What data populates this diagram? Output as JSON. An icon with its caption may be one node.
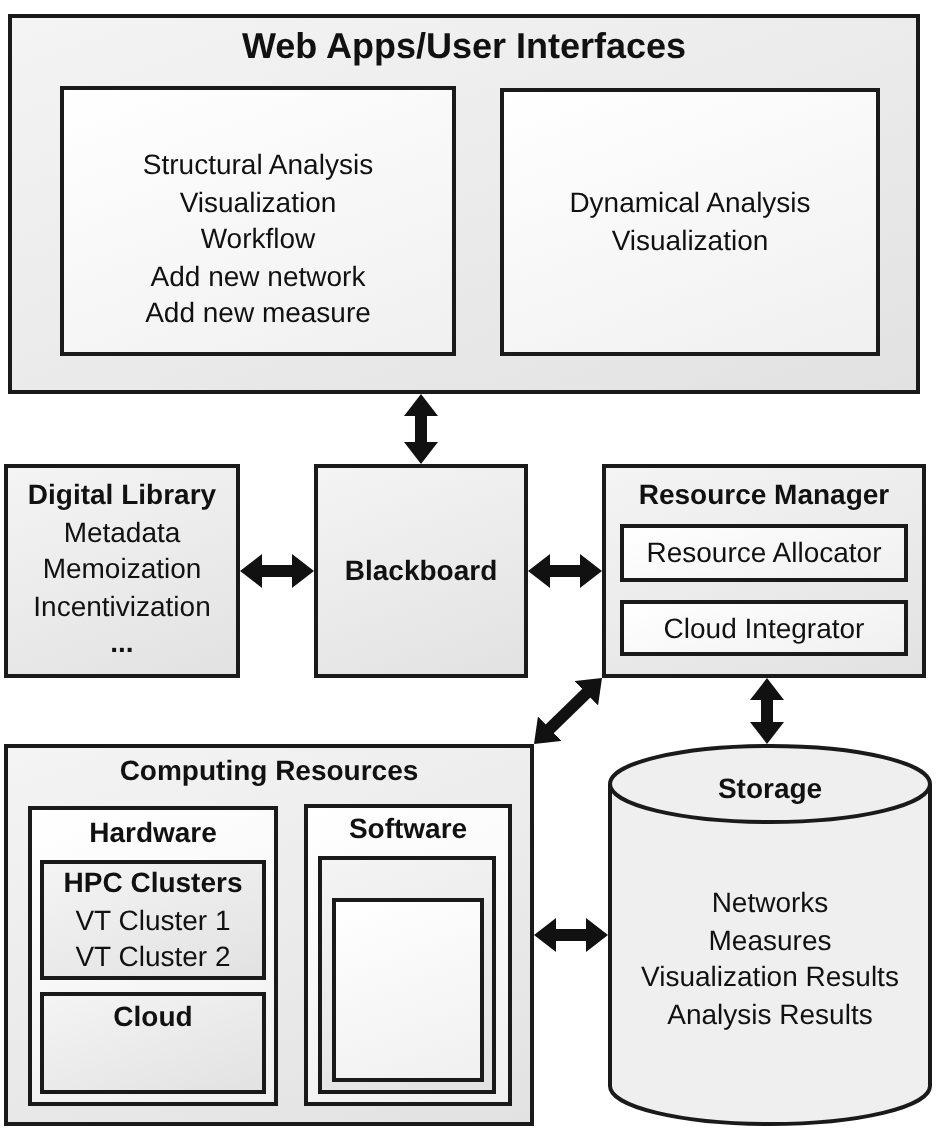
{
  "diagram": {
    "nodes": [
      {
        "text": [
          "Web Apps/User Interfaces"
        ]
      },
      {
        "text": [
          "Structural Analysis",
          "Visualization",
          "Workflow",
          "Add new network",
          "Add new measure"
        ],
        "in": 0
      },
      {
        "text": [
          "Dynamical Analysis",
          "Visualization"
        ],
        "in": 0
      },
      {
        "text": [
          "Digital Library",
          "Metadata",
          "Memoization",
          "Incentivization",
          "..."
        ]
      },
      {
        "text": [
          "Blackboard"
        ]
      },
      {
        "text": [
          "Resource Manager"
        ]
      },
      {
        "text": [
          "Resource Allocator"
        ],
        "in": 5
      },
      {
        "text": [
          "Cloud Integrator"
        ],
        "in": 5
      },
      {
        "text": [
          "Computing Resources"
        ]
      },
      {
        "text": [
          "Hardware"
        ],
        "in": 8
      },
      {
        "text": [
          "HPC Clusters",
          "VT Cluster 1",
          "VT Cluster 2"
        ],
        "in": 9
      },
      {
        "text": [
          "Cloud"
        ],
        "in": 9
      },
      {
        "text": [
          "Software"
        ],
        "in": 8
      },
      {
        "text": [],
        "shape": "box",
        "in": 12
      },
      {
        "text": [],
        "shape": "box",
        "in": 13
      },
      {
        "text": [
          "Storage",
          "Networks",
          "Measures",
          "Visualization Results",
          "Analysis Results"
        ]
      }
    ],
    "edges": [
      {
        "from": 0,
        "to": 4,
        "arrow": "both"
      },
      {
        "from": 3,
        "to": 4,
        "arrow": "both"
      },
      {
        "from": 4,
        "to": 5,
        "arrow": "both"
      },
      {
        "from": 5,
        "to": 8,
        "arrow": "both"
      },
      {
        "from": 5,
        "to": 15,
        "arrow": "both"
      },
      {
        "from": 8,
        "to": 15,
        "arrow": "both"
      }
    ]
  }
}
